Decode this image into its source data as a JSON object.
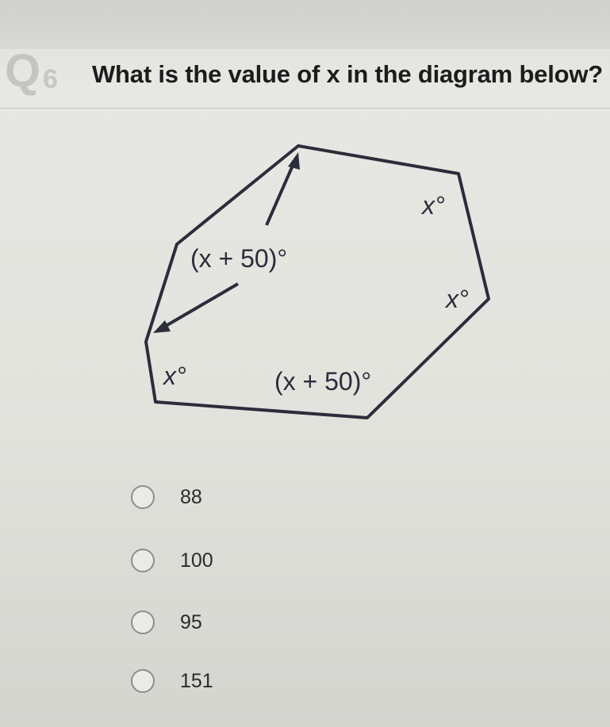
{
  "question": {
    "badge_letter": "Q",
    "badge_number": "6",
    "text": "What is the value of x in the diagram below?"
  },
  "diagram": {
    "shape": "heptagon",
    "angle_labels": {
      "top_left": "(x + 50)°",
      "top_right": "x°",
      "right": "x°",
      "left": "x°",
      "bottom": "(x + 50)°"
    }
  },
  "choices": [
    {
      "label": "88",
      "selected": false
    },
    {
      "label": "100",
      "selected": false
    },
    {
      "label": "95",
      "selected": false
    },
    {
      "label": "151",
      "selected": false
    }
  ],
  "colors": {
    "line": "#2b2d3a",
    "question_text": "#1c1c1c",
    "badge": "#c4c4c0"
  }
}
